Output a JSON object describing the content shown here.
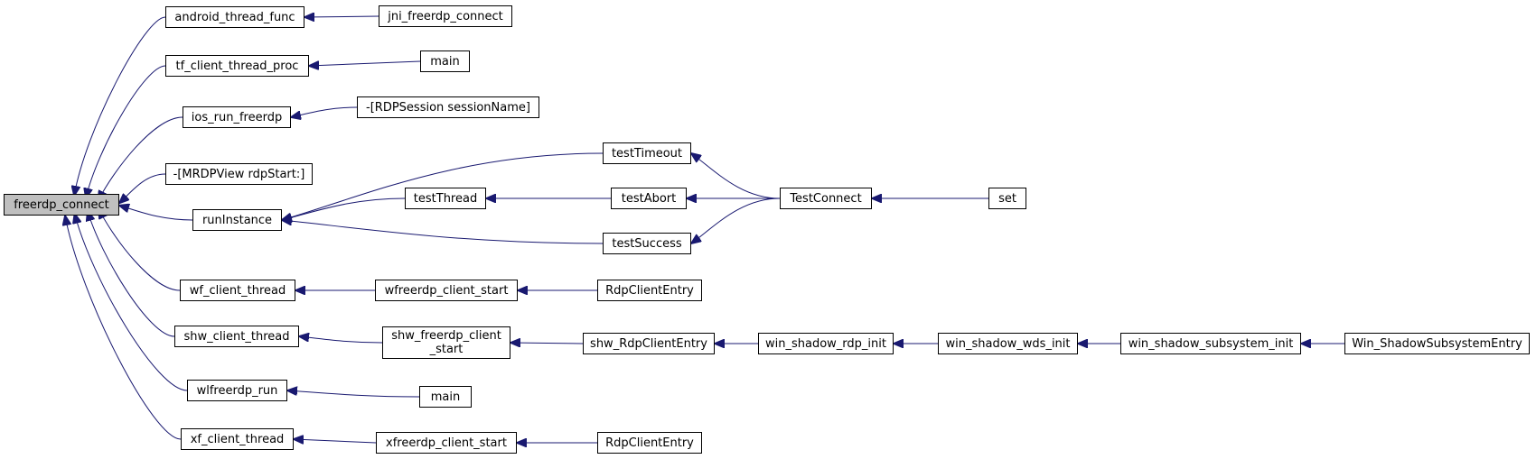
{
  "colors": {
    "edge": "#191970",
    "border": "#000000",
    "root_fill": "#bfbfbf",
    "node_fill": "#ffffff"
  },
  "nodes": [
    {
      "id": "freerdp_connect",
      "label": "freerdp_connect",
      "root": true
    },
    {
      "id": "android_thread_func",
      "label": "android_thread_func"
    },
    {
      "id": "jni_freerdp_connect",
      "label": "jni_freerdp_connect"
    },
    {
      "id": "tf_client_thread_proc",
      "label": "tf_client_thread_proc"
    },
    {
      "id": "main_1",
      "label": "main"
    },
    {
      "id": "ios_run_freerdp",
      "label": "ios_run_freerdp"
    },
    {
      "id": "rdpsession_sessionname",
      "label": "-[RDPSession sessionName]"
    },
    {
      "id": "mrdpview_rdpstart",
      "label": "-[MRDPView rdpStart:]"
    },
    {
      "id": "runinstance",
      "label": "runInstance"
    },
    {
      "id": "testtimeout",
      "label": "testTimeout"
    },
    {
      "id": "testthread",
      "label": "testThread"
    },
    {
      "id": "testabort",
      "label": "testAbort"
    },
    {
      "id": "testsuccess",
      "label": "testSuccess"
    },
    {
      "id": "testconnect",
      "label": "TestConnect"
    },
    {
      "id": "set",
      "label": "set"
    },
    {
      "id": "wf_client_thread",
      "label": "wf_client_thread"
    },
    {
      "id": "wfreerdp_client_start",
      "label": "wfreerdp_client_start"
    },
    {
      "id": "rdpcliententry_1",
      "label": "RdpClientEntry"
    },
    {
      "id": "shw_client_thread",
      "label": "shw_client_thread"
    },
    {
      "id": "shw_freerdp_client_start",
      "label": "shw_freerdp_client\n_start"
    },
    {
      "id": "shw_rdpcliententry",
      "label": "shw_RdpClientEntry"
    },
    {
      "id": "win_shadow_rdp_init",
      "label": "win_shadow_rdp_init"
    },
    {
      "id": "win_shadow_wds_init",
      "label": "win_shadow_wds_init"
    },
    {
      "id": "win_shadow_subsystem_init",
      "label": "win_shadow_subsystem_init"
    },
    {
      "id": "win_shadowsubsystementry",
      "label": "Win_ShadowSubsystemEntry"
    },
    {
      "id": "wlfreerdp_run",
      "label": "wlfreerdp_run"
    },
    {
      "id": "main_2",
      "label": "main"
    },
    {
      "id": "xf_client_thread",
      "label": "xf_client_thread"
    },
    {
      "id": "xfreerdp_client_start",
      "label": "xfreerdp_client_start"
    },
    {
      "id": "rdpcliententry_2",
      "label": "RdpClientEntry"
    }
  ],
  "edges": [
    {
      "from": "android_thread_func",
      "to": "freerdp_connect"
    },
    {
      "from": "tf_client_thread_proc",
      "to": "freerdp_connect"
    },
    {
      "from": "ios_run_freerdp",
      "to": "freerdp_connect"
    },
    {
      "from": "mrdpview_rdpstart",
      "to": "freerdp_connect"
    },
    {
      "from": "runinstance",
      "to": "freerdp_connect"
    },
    {
      "from": "wf_client_thread",
      "to": "freerdp_connect"
    },
    {
      "from": "shw_client_thread",
      "to": "freerdp_connect"
    },
    {
      "from": "wlfreerdp_run",
      "to": "freerdp_connect"
    },
    {
      "from": "xf_client_thread",
      "to": "freerdp_connect"
    },
    {
      "from": "jni_freerdp_connect",
      "to": "android_thread_func"
    },
    {
      "from": "main_1",
      "to": "tf_client_thread_proc"
    },
    {
      "from": "rdpsession_sessionname",
      "to": "ios_run_freerdp"
    },
    {
      "from": "testtimeout",
      "to": "runinstance"
    },
    {
      "from": "testthread",
      "to": "runinstance"
    },
    {
      "from": "testsuccess",
      "to": "runinstance"
    },
    {
      "from": "testabort",
      "to": "testthread"
    },
    {
      "from": "testconnect",
      "to": "testtimeout"
    },
    {
      "from": "testconnect",
      "to": "testabort"
    },
    {
      "from": "testconnect",
      "to": "testsuccess"
    },
    {
      "from": "set",
      "to": "testconnect"
    },
    {
      "from": "wfreerdp_client_start",
      "to": "wf_client_thread"
    },
    {
      "from": "rdpcliententry_1",
      "to": "wfreerdp_client_start"
    },
    {
      "from": "shw_freerdp_client_start",
      "to": "shw_client_thread"
    },
    {
      "from": "shw_rdpcliententry",
      "to": "shw_freerdp_client_start"
    },
    {
      "from": "win_shadow_rdp_init",
      "to": "shw_rdpcliententry"
    },
    {
      "from": "win_shadow_wds_init",
      "to": "win_shadow_rdp_init"
    },
    {
      "from": "win_shadow_subsystem_init",
      "to": "win_shadow_wds_init"
    },
    {
      "from": "win_shadowsubsystementry",
      "to": "win_shadow_subsystem_init"
    },
    {
      "from": "main_2",
      "to": "wlfreerdp_run"
    },
    {
      "from": "xfreerdp_client_start",
      "to": "xf_client_thread"
    },
    {
      "from": "rdpcliententry_2",
      "to": "xfreerdp_client_start"
    }
  ]
}
